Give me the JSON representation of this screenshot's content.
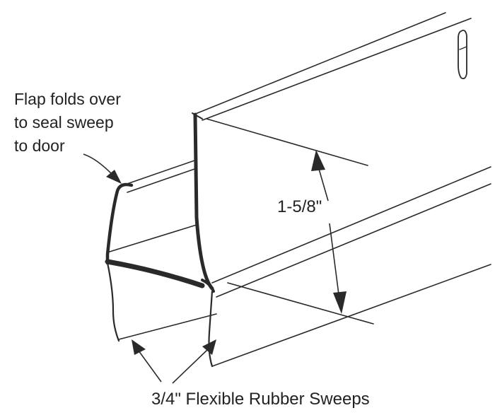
{
  "annotations": {
    "flap_lines": [
      "Flap folds over",
      "to seal sweep",
      "to door"
    ],
    "height_dimension": "1-5/8\"",
    "sweeps_caption": "3/4\" Flexible Rubber Sweeps"
  },
  "colors": {
    "line": "#2a2a2a",
    "text": "#222222",
    "background": "#ffffff"
  }
}
